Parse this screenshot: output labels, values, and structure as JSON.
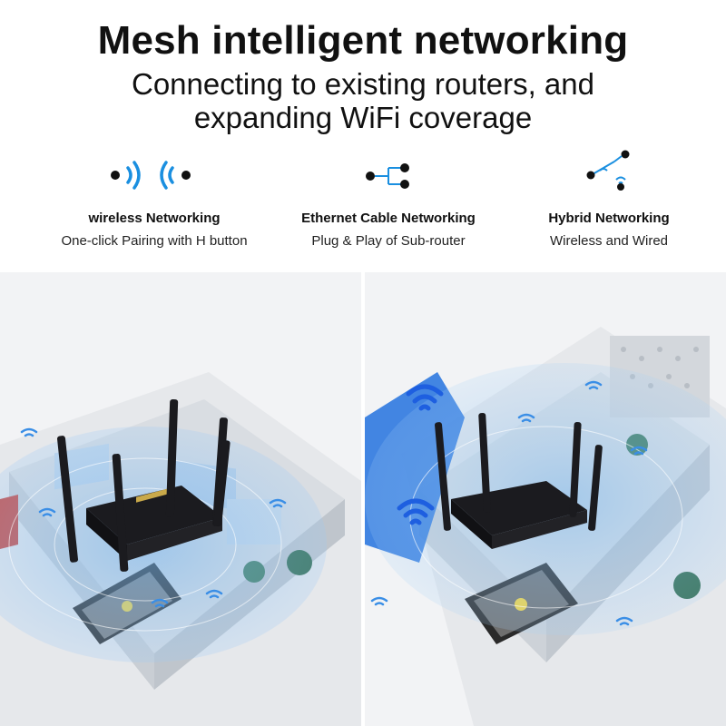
{
  "header": {
    "title": "Mesh intelligent networking",
    "subtitle_line1": "Connecting to existing routers, and",
    "subtitle_line2": "expanding WiFi coverage"
  },
  "features": [
    {
      "icon": "wireless-signal-icon",
      "title": "wireless Networking",
      "subtitle": "One-click Pairing with H button"
    },
    {
      "icon": "ethernet-topology-icon",
      "title": "Ethernet Cable Networking",
      "subtitle": "Plug & Play of Sub-router"
    },
    {
      "icon": "hybrid-network-icon",
      "title": "Hybrid Networking",
      "subtitle": "Wireless and Wired"
    }
  ],
  "colors": {
    "accent_blue": "#1a8fe0",
    "coverage_blue": "#3a8ee6",
    "router_black": "#1b1b1f"
  },
  "panels": [
    {
      "name": "router-house-illustration-left"
    },
    {
      "name": "router-house-illustration-right"
    }
  ]
}
